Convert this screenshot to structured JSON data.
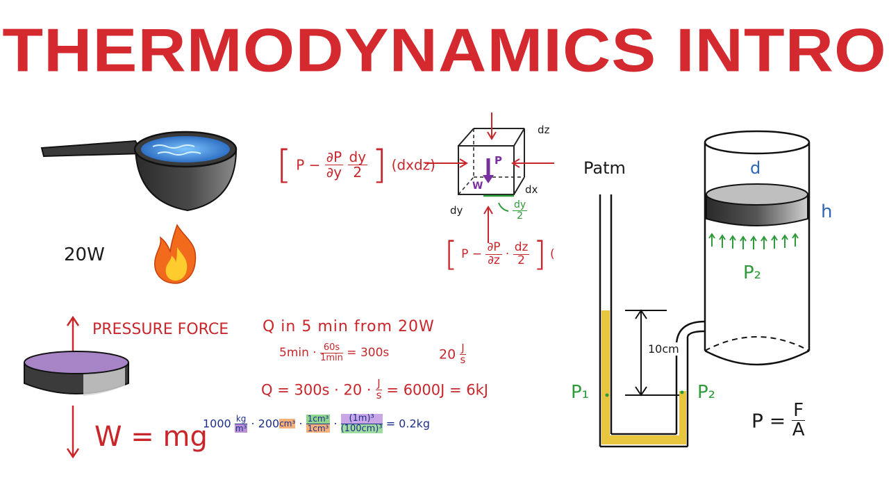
{
  "title": "THERMODYNAMICS INTRO",
  "pan_section": {
    "power_label": "20W"
  },
  "pressure_section": {
    "pressure_force_label": "PRESSURE FORCE",
    "weight_eq": "W = mg"
  },
  "heat_calc": {
    "line1": "Q in 5 min from 20W",
    "line2_left": "5min ·",
    "line2_frac_num": "60s",
    "line2_frac_den": "1min",
    "line2_right": "= 300s",
    "line2_power": "20",
    "line2_power_num": "J",
    "line2_power_den": "s",
    "line3_left": "Q = 300s · 20 ·",
    "line3_frac_num": "J",
    "line3_frac_den": "s",
    "line3_right": "= 6000J = 6kJ",
    "line4_a": "1000",
    "line4_a_num": "kg",
    "line4_a_den": "m³",
    "line4_b": "· 200",
    "line4_b_unit": "cm³",
    "line4_c_num": "1cm³",
    "line4_c_den": "1cm³",
    "line4_d_num": "(1m)³",
    "line4_d_den": "(100cm)³",
    "line4_result": "= 0.2kg"
  },
  "cube_section": {
    "eq_top": "[P − (∂P/∂y)(dy/2)] (dxdz)",
    "eq_top_p": "P −",
    "eq_top_frac1_num": "∂P",
    "eq_top_frac1_den": "∂y",
    "eq_top_frac2_num": "dy",
    "eq_top_frac2_den": "2",
    "eq_top_tail": "(dxdz)",
    "eq_bottom_p": "P −",
    "eq_bottom_frac1_num": "∂P",
    "eq_bottom_frac1_den": "∂z",
    "eq_bottom_frac2_num": "dz",
    "eq_bottom_frac2_den": "2",
    "eq_bottom_tail": "(",
    "label_dz": "dz",
    "label_dx": "dx",
    "label_dy": "dy",
    "label_p": "P",
    "label_w": "W",
    "label_half_num": "dy",
    "label_half_den": "2"
  },
  "manometer": {
    "patm": "Patm",
    "d": "d",
    "h": "h",
    "p2_top": "P₂",
    "height": "10cm",
    "p1": "P₁",
    "p2_side": "P₂",
    "formula_p": "P =",
    "formula_num": "F",
    "formula_den": "A"
  },
  "colors": {
    "title_red": "#d42a2f",
    "ink_red": "#c8262b",
    "green": "#2f9a3a",
    "blue": "#2f66b8",
    "purple": "#7a2f9e",
    "navy": "#1c2f8a",
    "liquid": "#e8c640"
  },
  "icons": [
    "saucepan-icon",
    "flame-icon",
    "disk-icon",
    "cube-icon",
    "manometer-icon"
  ]
}
